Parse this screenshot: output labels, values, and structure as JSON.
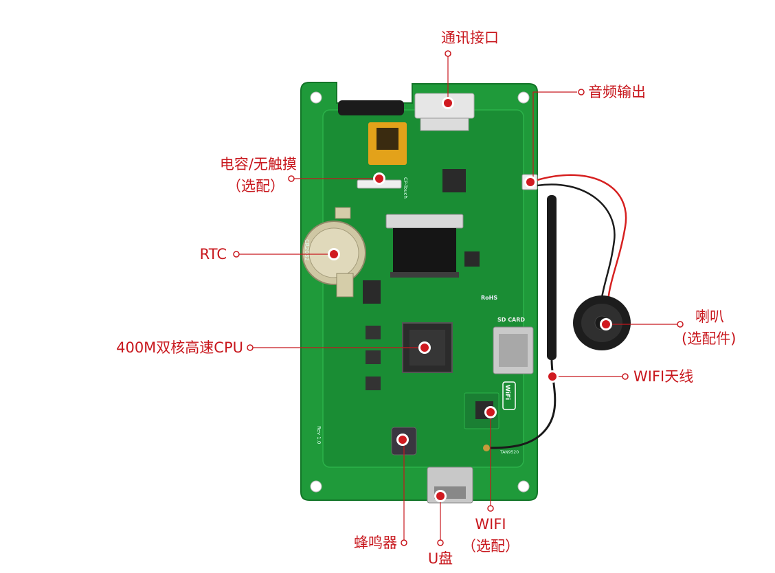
{
  "colors": {
    "pcb": "#1f9a3a",
    "pcb_dark": "#147a2b",
    "pcb_edge": "#2cb24a",
    "callout": "#c8171d",
    "ic": "#2a2a2a",
    "metal": "#b8b8b8",
    "connector": "#e6e6e6"
  },
  "labels": {
    "comm_port": "通讯接口",
    "audio_out": "音频输出",
    "touch_line1": "电容/无触摸",
    "touch_line2": "（选配）",
    "rtc": "RTC",
    "cpu": "400M双核高速CPU",
    "speaker_line1": "喇叭",
    "speaker_line2": "(选配件)",
    "wifi_antenna": "WIFI天线",
    "buzzer": "蜂鸣器",
    "usb": "U盘",
    "wifi_line1": "WIFI",
    "wifi_line2": "（选配）"
  },
  "board": {
    "sd_card": "SD CARD",
    "wifi_logo": "WiFi",
    "rev": "Rev 1.0",
    "cr2032": "CR2032",
    "touch_fpc": "CP-Touch",
    "rohs": "RoHS",
    "tan": "TAN9520"
  }
}
